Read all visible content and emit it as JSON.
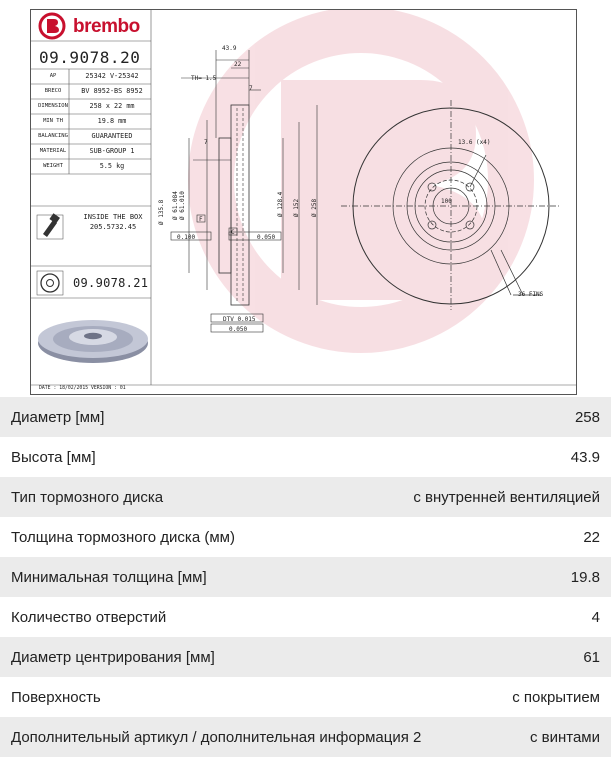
{
  "drawing": {
    "brand": "brembo",
    "part_number": "09.9078.20",
    "specs": [
      {
        "key": "AP",
        "value": "25342 V-25342"
      },
      {
        "key": "BRECO",
        "value": "BV 8952-BS 8952"
      },
      {
        "key": "DIMENSION",
        "value": "258 x 22 mm"
      },
      {
        "key": "MIN TH",
        "value": "19.8 mm"
      },
      {
        "key": "BALANCING",
        "value": "GUARANTEED"
      },
      {
        "key": "MATERIAL",
        "value": "SUB-GROUP 1"
      },
      {
        "key": "WEIGHT",
        "value": "5.5 kg"
      }
    ],
    "inside_box_line1": "INSIDE THE BOX",
    "inside_box_line2": "205.5732.45",
    "alt_part_number": "09.9078.21",
    "date_line": "DATE : 18/02/2015 VERSION : 01",
    "dims": {
      "overall_height": "43.9",
      "thickness": "22",
      "th": "TH= 1.5",
      "d7a": "7",
      "d7b": "7",
      "bore_a": "Ø 61.084",
      "bore_b": "Ø 61.010",
      "d1358": "Ø 135.8",
      "d1284": "Ø 128.4",
      "d152": "Ø 152",
      "d258": "Ø 258",
      "holes": "13.6 (x4)",
      "pcd": "100",
      "fins": "36 FINS",
      "tol_0100": "0.100",
      "tol_0050a": "0.050",
      "dtv": "DTV 0.015",
      "tol_0050b": "0.050",
      "ref_f": "F",
      "ref_c": "C"
    }
  },
  "specs_table": [
    {
      "label": "Диаметр [мм]",
      "value": "258"
    },
    {
      "label": "Высота [мм]",
      "value": "43.9"
    },
    {
      "label": "Тип тормозного диска",
      "value": "с внутренней вентиляцией"
    },
    {
      "label": "Толщина тормозного диска (мм)",
      "value": "22"
    },
    {
      "label": "Минимальная толщина [мм]",
      "value": "19.8"
    },
    {
      "label": "Количество отверстий",
      "value": "4"
    },
    {
      "label": "Диаметр центрирования [мм]",
      "value": "61"
    },
    {
      "label": "Поверхность",
      "value": "с покрытием"
    },
    {
      "label": "Дополнительный артикул / дополнительная информация 2",
      "value": "с винтами"
    }
  ],
  "colors": {
    "brand_red": "#c8102e",
    "row_shade": "#ebebeb"
  }
}
